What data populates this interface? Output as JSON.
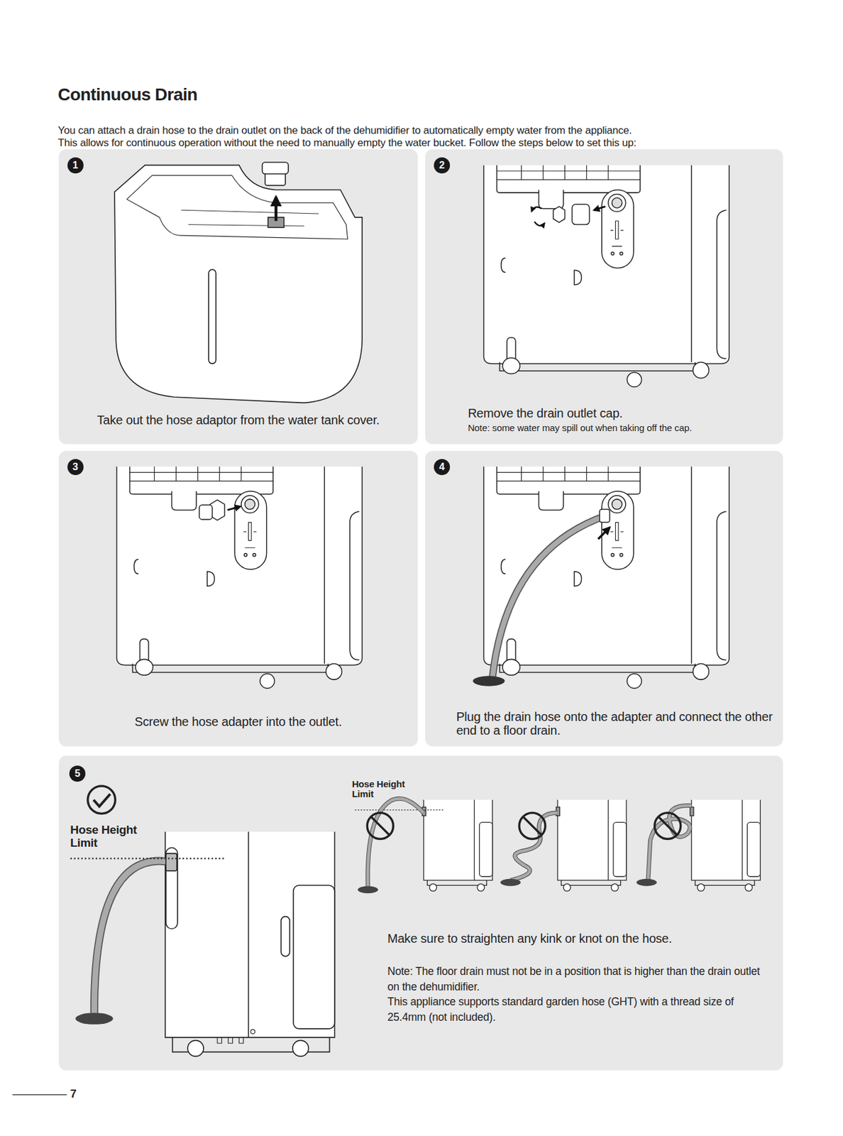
{
  "diagram": {
    "title": "Continuous Drain",
    "nodes": [
      {
        "text": [
          "1",
          "Take out the hose adaptor from the water tank cover."
        ]
      },
      {
        "text": [
          "2",
          "Remove the drain outlet cap.",
          "Note: some water may spill out when taking off the cap."
        ]
      },
      {
        "text": [
          "3",
          "Screw the hose adapter into the outlet."
        ]
      },
      {
        "text": [
          "4",
          "Plug the drain hose onto the adapter and connect the other end to a floor drain."
        ]
      },
      {
        "text": [
          "5",
          "Hose Height Limit",
          "Hose Height Limit",
          "Make sure to straighten any kink or knot on the hose.",
          "Note: The floor drain must not be in a position that is higher than the drain outlet on the dehumidifier.",
          "This appliance supports standard garden hose (GHT) with a thread size of 25.4mm (not included)."
        ]
      }
    ],
    "labels": [
      "You can attach a drain hose to the drain outlet on the back of the dehumidifier to automatically empty water from the appliance.",
      "This allows for continuous operation without the need to manually empty the water bucket. Follow the steps below to set this up:",
      "7"
    ]
  }
}
